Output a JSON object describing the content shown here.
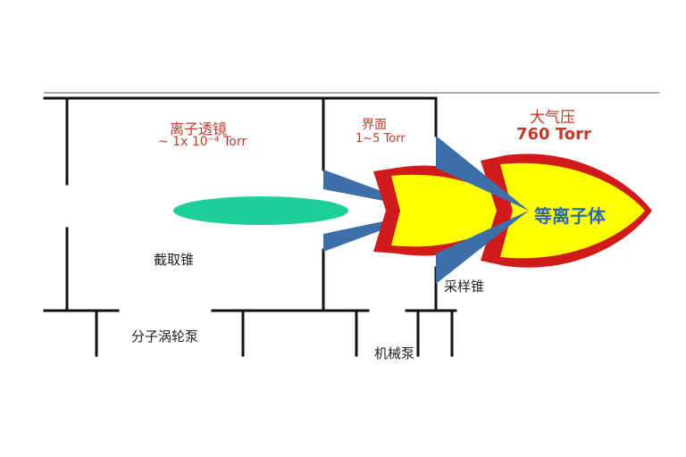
{
  "labels": {
    "ion_lens_title": "离子透镜",
    "ion_lens_pressure": "~ 1x 10⁻⁴ Torr",
    "interface_title": "界面",
    "interface_pressure": "1~5 Torr",
    "atmosphere_title": "大气压",
    "atmosphere_pressure": "760 Torr",
    "plasma": "等离子体",
    "skimmer_cone": "截取锥",
    "sampler_cone": "采样锥",
    "turbo_pump": "分子涡轮泵",
    "mechanical_pump": "机械泵"
  },
  "colors": {
    "ion_beam": "#1fcf9a",
    "cone": "#3d6ea8",
    "plasma_fill": "#ffff00",
    "plasma_outline": "#d11a1a",
    "wall": "#111111",
    "title_text": "#c0392b"
  }
}
